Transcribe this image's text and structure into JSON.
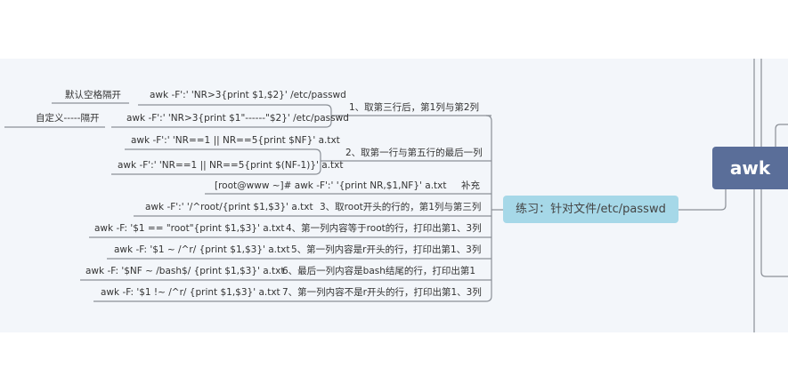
{
  "root": {
    "label": "awk"
  },
  "center": {
    "label": "练习：针对文件/etc/passwd"
  },
  "branches": [
    {
      "label": "1、取第三行后，第1列与第2列",
      "commands": [
        {
          "cmd": "awk -F':' 'NR>3{print $1,$2}' /etc/passwd",
          "note": "默认空格隔开"
        },
        {
          "cmd": "awk -F':' 'NR>3{print $1\"------\"$2}' /etc/passwd",
          "note": "自定义-----隔开"
        }
      ]
    },
    {
      "label": "2、取第一行与第五行的最后一列",
      "commands": [
        {
          "cmd": "awk -F':' 'NR==1 || NR==5{print $NF}' a.txt"
        },
        {
          "cmd": "awk -F':' 'NR==1 || NR==5{print $(NF-1)}' a.txt"
        }
      ]
    },
    {
      "label": "补充",
      "commands": [
        {
          "cmd": "[root@www ~]# awk -F':' '{print NR,$1,NF}' a.txt"
        }
      ]
    },
    {
      "label": "3、取root开头的行的，第1列与第三列",
      "commands": [
        {
          "cmd": "awk -F':' '/^root/{print $1,$3}' a.txt"
        }
      ]
    },
    {
      "label": "4、第一列内容等于root的行，打印出第1、3列",
      "commands": [
        {
          "cmd": "awk -F: '$1 == \"root\"{print $1,$3}' a.txt"
        }
      ]
    },
    {
      "label": "5、第一列内容是r开头的行，打印出第1、3列",
      "commands": [
        {
          "cmd": "awk -F: '$1 ~ /^r/ {print $1,$3}' a.txt"
        }
      ]
    },
    {
      "label": "6、最后一列内容是bash结尾的行，打印出第1",
      "commands": [
        {
          "cmd": "awk -F: '$NF ~ /bash$/ {print $1,$3}' a.txt"
        }
      ]
    },
    {
      "label": "7、第一列内容不是r开头的行，打印出第1、3列",
      "commands": [
        {
          "cmd": "awk -F: '$1 !~ /^r/ {print $1,$3}' a.txt"
        }
      ]
    }
  ],
  "colors": {
    "background": "#f3f6fa",
    "root": "#5a6e99",
    "center": "#a6d8e8",
    "line": "#8a8f96"
  }
}
